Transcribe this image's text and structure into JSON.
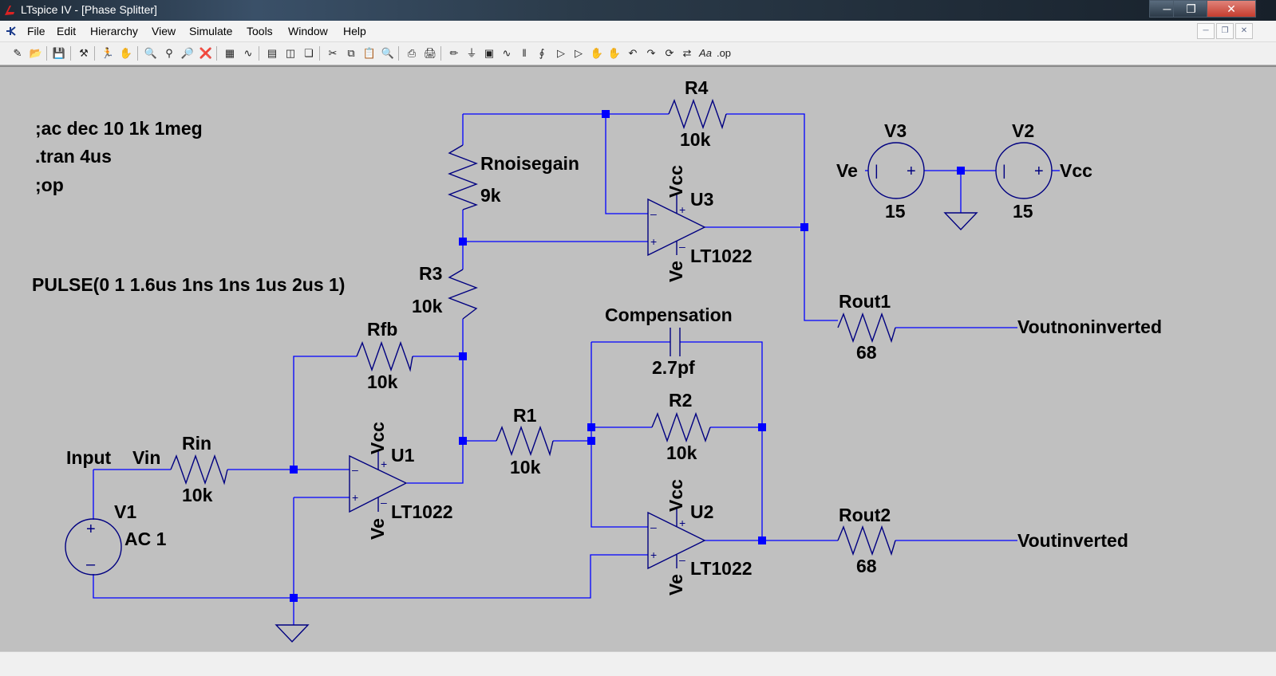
{
  "window": {
    "title": "LTspice IV - [Phase Splitter]"
  },
  "menu": [
    "File",
    "Edit",
    "Hierarchy",
    "View",
    "Simulate",
    "Tools",
    "Window",
    "Help"
  ],
  "colors": {
    "wire": "#0000ff",
    "junction": "#0000ff",
    "component": "#000080",
    "canvas": "#c0c0c0"
  },
  "toolbar_icons": [
    "new-schematic-icon",
    "open-icon",
    "save-icon",
    "control-panel-icon",
    "run-icon",
    "halt-icon",
    "zoom-in-icon",
    "pan-icon",
    "zoom-out-icon",
    "zoom-cancel-icon",
    "autorange-icon",
    "waveform-icon",
    "tile-horizontal-icon",
    "tile-vertical-icon",
    "cascade-icon",
    "cut-icon",
    "copy-icon",
    "paste-icon",
    "find-icon",
    "print-setup-icon",
    "print-icon",
    "wire-icon",
    "ground-icon",
    "label-icon",
    "resistor-icon",
    "capacitor-icon",
    "inductor-icon",
    "diode-icon",
    "component-icon",
    "move-icon",
    "drag-icon",
    "undo-icon",
    "redo-icon",
    "rotate-icon",
    "mirror-icon",
    "text-icon",
    "spice-directive-icon"
  ],
  "directives": {
    "ac": ";ac dec 10 1k 1meg",
    "tran": ".tran 4us",
    "op": ";op",
    "pulse": "PULSE(0 1 1.6us 1ns 1ns 1us 2us 1)"
  },
  "components": {
    "r4": {
      "name": "R4",
      "value": "10k"
    },
    "rnoisegain": {
      "name": "Rnoisegain",
      "value": "9k"
    },
    "r3": {
      "name": "R3",
      "value": "10k"
    },
    "rfb": {
      "name": "Rfb",
      "value": "10k"
    },
    "rin": {
      "name": "Rin",
      "value": "10k"
    },
    "r1": {
      "name": "R1",
      "value": "10k"
    },
    "r2": {
      "name": "R2",
      "value": "10k"
    },
    "compensation": {
      "name": "Compensation",
      "value": "2.7pf"
    },
    "rout1": {
      "name": "Rout1",
      "value": "68"
    },
    "rout2": {
      "name": "Rout2",
      "value": "68"
    },
    "u1": {
      "name": "U1",
      "model": "LT1022",
      "vpos": "Vcc",
      "vneg": "Ve"
    },
    "u2": {
      "name": "U2",
      "model": "LT1022",
      "vpos": "Vcc",
      "vneg": "Ve"
    },
    "u3": {
      "name": "U3",
      "model": "LT1022",
      "vpos": "Vcc",
      "vneg": "Ve"
    },
    "v1": {
      "name": "V1",
      "value": "AC 1"
    },
    "v2": {
      "name": "V2",
      "value": "15"
    },
    "v3": {
      "name": "V3",
      "value": "15"
    }
  },
  "net_labels": {
    "input": "Input",
    "vin": "Vin",
    "ve": "Ve",
    "vcc": "Vcc",
    "voutnoninverted": "Voutnoninverted",
    "voutinverted": "Voutinverted"
  }
}
